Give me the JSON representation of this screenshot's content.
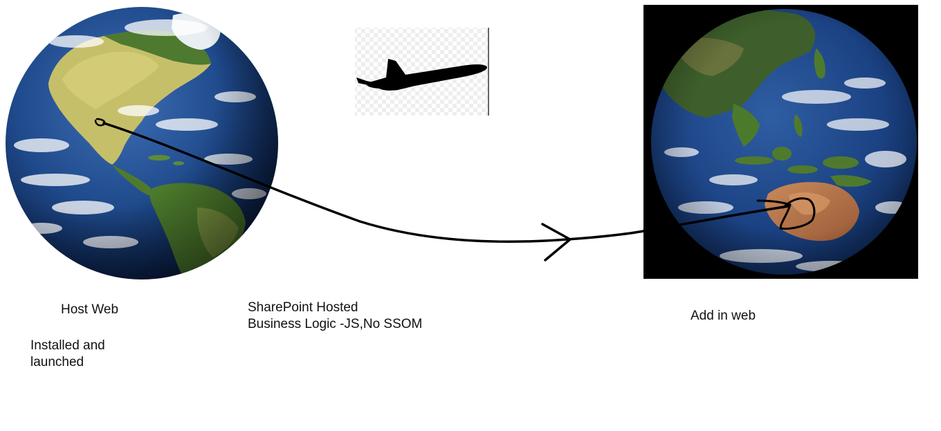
{
  "labels": {
    "host_web": "Host Web",
    "installed_line1": "Installed and",
    "installed_line2": "launched",
    "sharepoint_line1": "SharePoint Hosted",
    "sharepoint_line2": "Business Logic -JS,No SSOM",
    "add_in_web": "Add in web"
  },
  "icons": {
    "left_globe": "earth-americas-globe-icon",
    "right_globe": "earth-asia-australia-globe-icon",
    "plane": "airplane-silhouette-icon",
    "arrow": "curved-arrow-icon"
  },
  "colors": {
    "ocean": "#1d3d7a",
    "land_green": "#4f7a2e",
    "land_yellow": "#c9c26a",
    "australia": "#b5714a",
    "ink": "#000000",
    "background": "#ffffff"
  }
}
